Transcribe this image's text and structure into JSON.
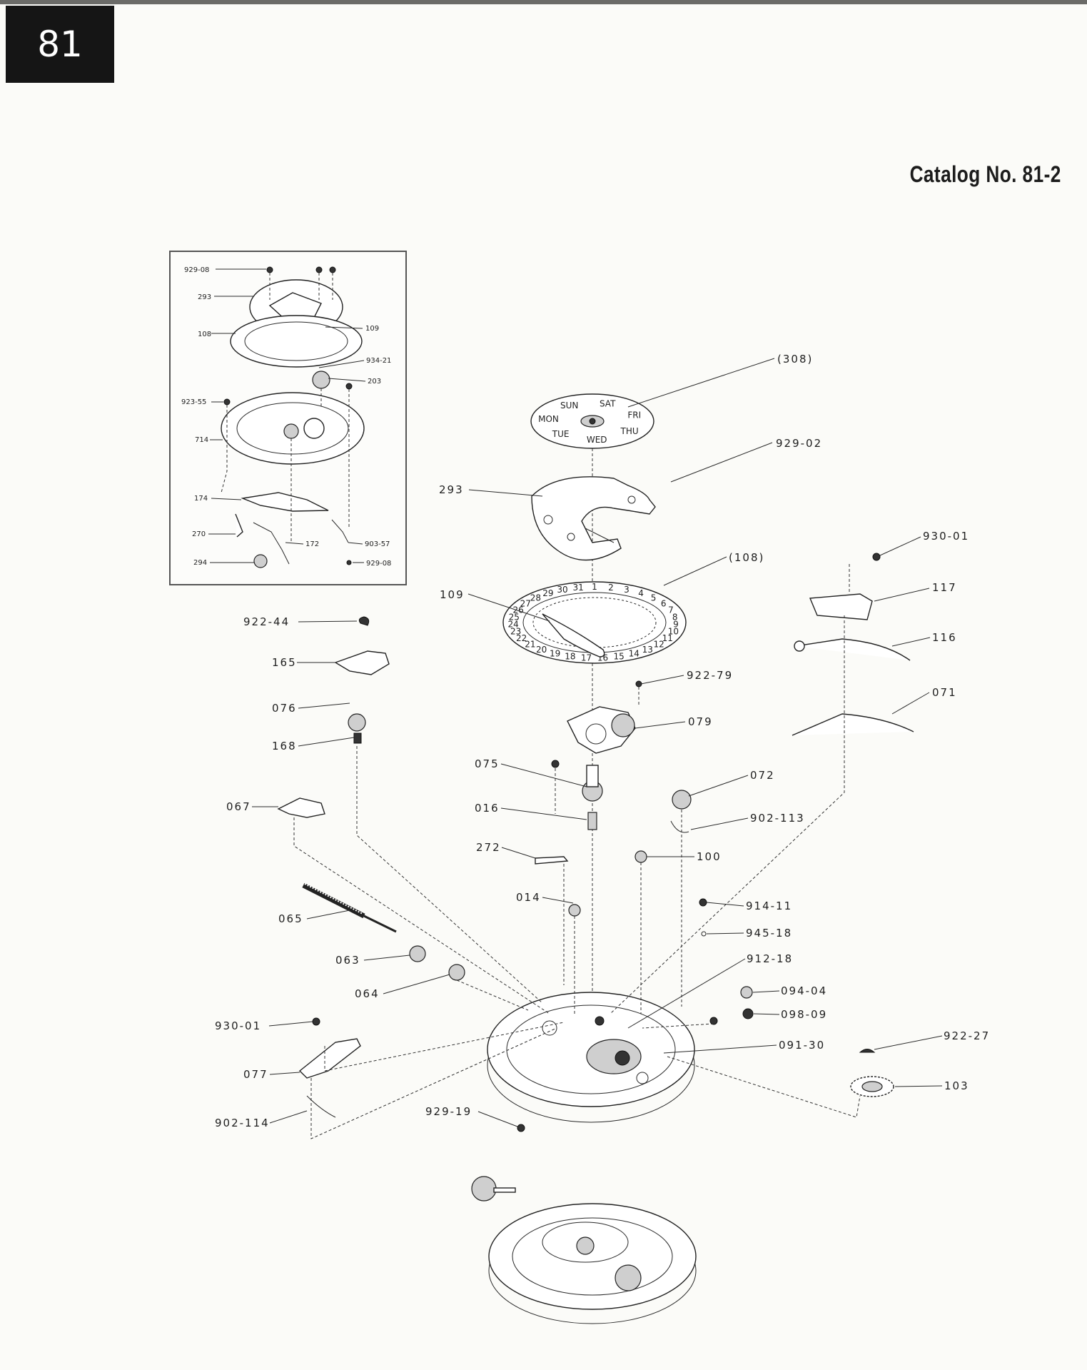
{
  "page": {
    "tab_number": "81",
    "catalog": "Catalog No. 81-2"
  },
  "inset_labels": {
    "l929_08a": "929-08",
    "l293": "293",
    "l108": "108",
    "l109": "109",
    "l934_21": "934-21",
    "l203": "203",
    "l923_55": "923-55",
    "l714": "714",
    "l174": "174",
    "l270": "270",
    "l172": "172",
    "l903_57": "903-57",
    "l294": "294",
    "l929_08b": "929-08"
  },
  "labels": {
    "p308": "(308)",
    "p929_02": "929-02",
    "p293": "293",
    "p108": "(108)",
    "p930_01a": "930-01",
    "p109": "109",
    "p117": "117",
    "p922_44": "922-44",
    "p116": "116",
    "p165": "165",
    "p922_79": "922-79",
    "p076": "076",
    "p071": "071",
    "p079": "079",
    "p168": "168",
    "p075": "075",
    "p072": "072",
    "p067": "067",
    "p016": "016",
    "p902_113": "902-113",
    "p272": "272",
    "p100": "100",
    "p014": "014",
    "p914_11": "914-11",
    "p065": "065",
    "p945_18": "945-18",
    "p063": "063",
    "p912_18": "912-18",
    "p064": "064",
    "p094_04": "094-04",
    "p098_09": "098-09",
    "p930_01b": "930-01",
    "p091_30": "091-30",
    "p922_27": "922-27",
    "p077": "077",
    "p103": "103",
    "p902_114": "902-114",
    "p929_19": "929-19"
  },
  "day_dial": [
    "SAT",
    "FRI",
    "THU",
    "WED",
    "TUE",
    "MON",
    "SUN"
  ],
  "date_ring": [
    "1",
    "2",
    "3",
    "4",
    "5",
    "6",
    "7",
    "8",
    "9",
    "10",
    "11",
    "12",
    "13",
    "14",
    "15",
    "16",
    "17",
    "18",
    "19",
    "20",
    "21",
    "22",
    "23",
    "24",
    "25",
    "26",
    "27",
    "28",
    "29",
    "30",
    "31"
  ]
}
